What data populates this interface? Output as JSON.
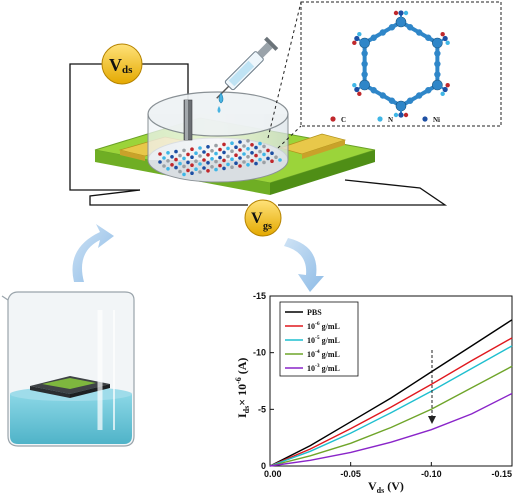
{
  "device": {
    "vds_label": "V",
    "vds_sub": "ds",
    "vgs_label": "V",
    "vgs_sub": "gs"
  },
  "inset": {
    "legend": [
      {
        "label": "C",
        "color": "#c0282c"
      },
      {
        "label": "N",
        "color": "#3fb6e6"
      },
      {
        "label": "Ni",
        "color": "#1d4fa3"
      }
    ]
  },
  "colors": {
    "substrate_top": "#9bd43a",
    "substrate_side": "#5f9a1c",
    "electrode": "#e1c23a",
    "meter": "#f4c419",
    "arrow": "#9cc4e8",
    "liquid": "#6ccbdc"
  },
  "chart_data": {
    "type": "line",
    "xlabel_main": "V",
    "xlabel_sub": "ds",
    "xlabel_unit": " (V)",
    "ylabel_main": "I",
    "ylabel_sub": "ds",
    "ylabel_rest": "× 10",
    "ylabel_exp": "-6",
    "ylabel_unit": " (A)",
    "xlim": [
      0.0,
      -0.15
    ],
    "ylim": [
      0,
      -15
    ],
    "xticks": [
      0.0,
      -0.05,
      -0.1,
      -0.15
    ],
    "xtick_labels": [
      "0.00",
      "-0.05",
      "-0.10",
      "-0.15"
    ],
    "yticks": [
      0,
      -5,
      -10,
      -15
    ],
    "ytick_labels": [
      "0",
      "-5",
      "-10",
      "-15"
    ],
    "series": [
      {
        "name": "PBS",
        "legend_base": "PBS",
        "legend_exp": "",
        "legend_unit": "",
        "color": "#000000",
        "x": [
          0,
          -0.025,
          -0.05,
          -0.075,
          -0.1,
          -0.125,
          -0.15
        ],
        "y": [
          0,
          -1.8,
          -3.9,
          -6.0,
          -8.3,
          -10.6,
          -12.9
        ]
      },
      {
        "name": "10-6 g/mL",
        "legend_base": "10",
        "legend_exp": "-6",
        "legend_unit": " g/mL",
        "color": "#e0191f",
        "x": [
          0,
          -0.025,
          -0.05,
          -0.075,
          -0.1,
          -0.125,
          -0.15
        ],
        "y": [
          0,
          -1.5,
          -3.3,
          -5.2,
          -7.2,
          -9.3,
          -11.3
        ]
      },
      {
        "name": "10-5 g/mL",
        "legend_base": "10",
        "legend_exp": "-5",
        "legend_unit": " g/mL",
        "color": "#1fbfcf",
        "x": [
          0,
          -0.025,
          -0.05,
          -0.075,
          -0.1,
          -0.125,
          -0.15
        ],
        "y": [
          0,
          -1.3,
          -2.9,
          -4.7,
          -6.6,
          -8.6,
          -10.6
        ]
      },
      {
        "name": "10-4 g/mL",
        "legend_base": "10",
        "legend_exp": "-4",
        "legend_unit": " g/mL",
        "color": "#6fa52a",
        "x": [
          0,
          -0.025,
          -0.05,
          -0.075,
          -0.1,
          -0.125,
          -0.15
        ],
        "y": [
          0,
          -0.9,
          -2.0,
          -3.4,
          -5.0,
          -6.9,
          -8.8
        ]
      },
      {
        "name": "10-3 g/mL",
        "legend_base": "10",
        "legend_exp": "-3",
        "legend_unit": " g/mL",
        "color": "#8a25c9",
        "x": [
          0,
          -0.025,
          -0.05,
          -0.075,
          -0.1,
          -0.125,
          -0.15
        ],
        "y": [
          0,
          -0.5,
          -1.2,
          -2.1,
          -3.2,
          -4.6,
          -6.4
        ]
      }
    ],
    "legend_placement": "top-left"
  }
}
